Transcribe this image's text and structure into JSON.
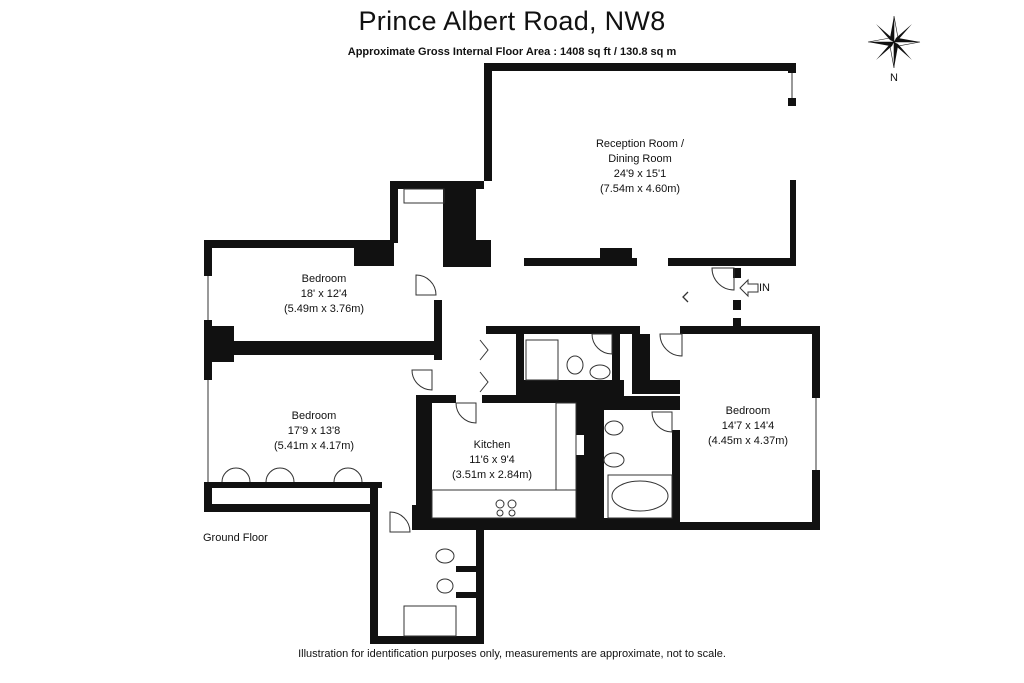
{
  "header": {
    "title": "Prince Albert Road, NW8",
    "subtitle": "Approximate Gross Internal Floor Area : 1408 sq ft / 130.8 sq m"
  },
  "rooms": {
    "reception": {
      "name_line1": "Reception Room /",
      "name_line2": "Dining Room",
      "imperial": "24'9 x 15'1",
      "metric": "(7.54m x 4.60m)"
    },
    "bedroom1": {
      "name": "Bedroom",
      "imperial": "18' x 12'4",
      "metric": "(5.49m x 3.76m)"
    },
    "bedroom2": {
      "name": "Bedroom",
      "imperial": "17'9 x 13'8",
      "metric": "(5.41m x 4.17m)"
    },
    "kitchen": {
      "name": "Kitchen",
      "imperial": "11'6 x 9'4",
      "metric": "(3.51m x 2.84m)"
    },
    "bedroom3": {
      "name": "Bedroom",
      "imperial": "14'7 x 14'4",
      "metric": "(4.45m x 4.37m)"
    }
  },
  "entrance": {
    "label": "IN"
  },
  "floor": {
    "label": "Ground Floor"
  },
  "compass": {
    "label": "N"
  },
  "footer": {
    "disclaimer": "Illustration for identification purposes only, measurements are approximate, not to scale."
  }
}
